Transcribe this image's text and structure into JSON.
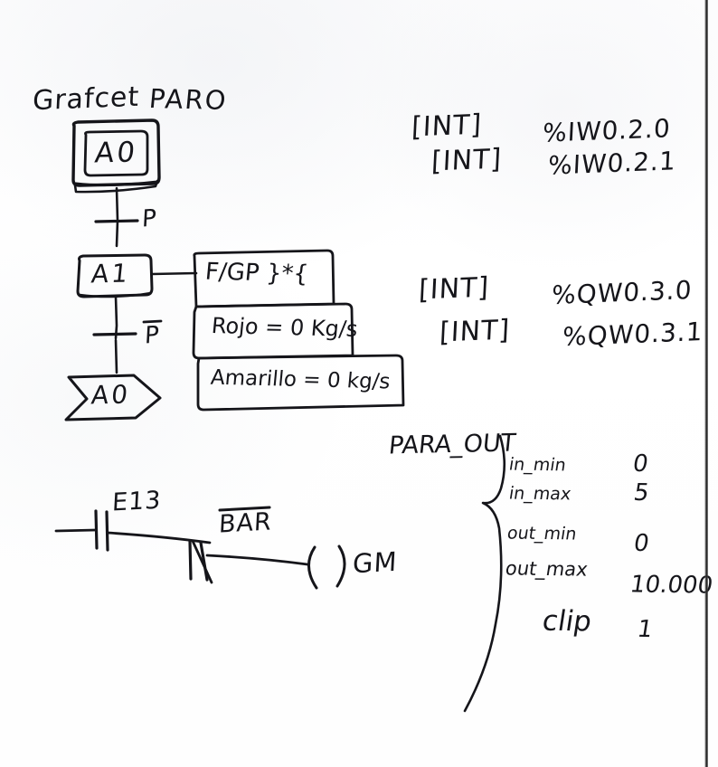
{
  "document": {
    "kind": "handwritten-notes",
    "title": "Grafcet PARO",
    "ink_color": "#15151a",
    "paper_color": "#fdfdfd"
  },
  "grafcet": {
    "heading": "Grafcet",
    "heading_name": "PARO",
    "initial_step": {
      "label": "A0",
      "type": "initial-step"
    },
    "transition_1": {
      "condition": "P",
      "negated": false
    },
    "step_1": {
      "label": "A1",
      "type": "step"
    },
    "transition_2": {
      "condition": "P",
      "negated": true
    },
    "jump": {
      "label": "A0",
      "type": "jump-to-step"
    },
    "actions": [
      {
        "text": "F/GP }*{"
      },
      {
        "text": "Rojo = 0 Kg/s"
      },
      {
        "text": "Amarillo = 0 kg/s"
      }
    ]
  },
  "io_inputs": [
    {
      "type": "[INT]",
      "address": "%IW0.2.0"
    },
    {
      "type": "[INT]",
      "address": "%IW0.2.1"
    }
  ],
  "io_outputs": [
    {
      "type": "[INT]",
      "address": "%QW0.3.0"
    },
    {
      "type": "[INT]",
      "address": "%QW0.3.1"
    }
  ],
  "para_out": {
    "title": "PARA_OUT",
    "rows": [
      {
        "name": "in_min",
        "value": "0"
      },
      {
        "name": "in_max",
        "value": "5"
      },
      {
        "name": "out_min",
        "value": "0"
      },
      {
        "name": "out_max",
        "value": "10.000"
      },
      {
        "name": "clip",
        "value": "1"
      }
    ]
  },
  "ladder": {
    "contact_no": {
      "label": "E13",
      "negated": false,
      "type": "normally-open-contact"
    },
    "contact_nc": {
      "label": "BAR",
      "negated": true,
      "type": "normally-closed-contact"
    },
    "coil": {
      "label": "GM",
      "type": "output-coil"
    }
  }
}
